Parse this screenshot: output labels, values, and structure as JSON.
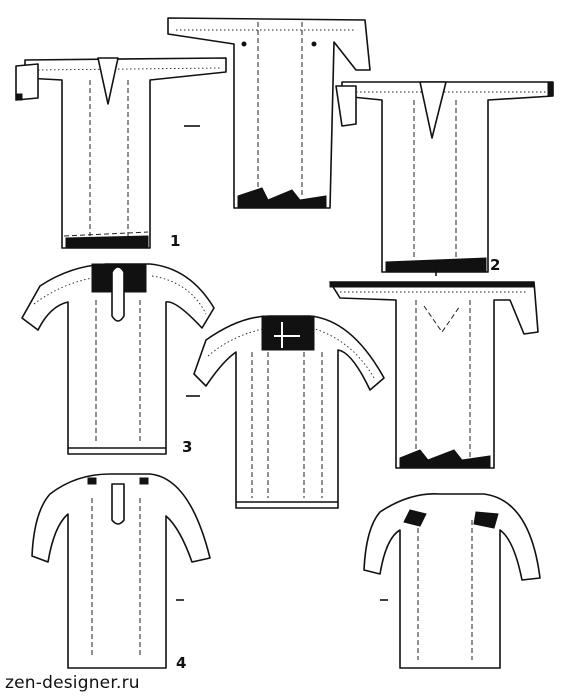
{
  "figure": {
    "labels": [
      "1",
      "2",
      "3",
      "4"
    ]
  },
  "watermark": "zen-designer.ru"
}
